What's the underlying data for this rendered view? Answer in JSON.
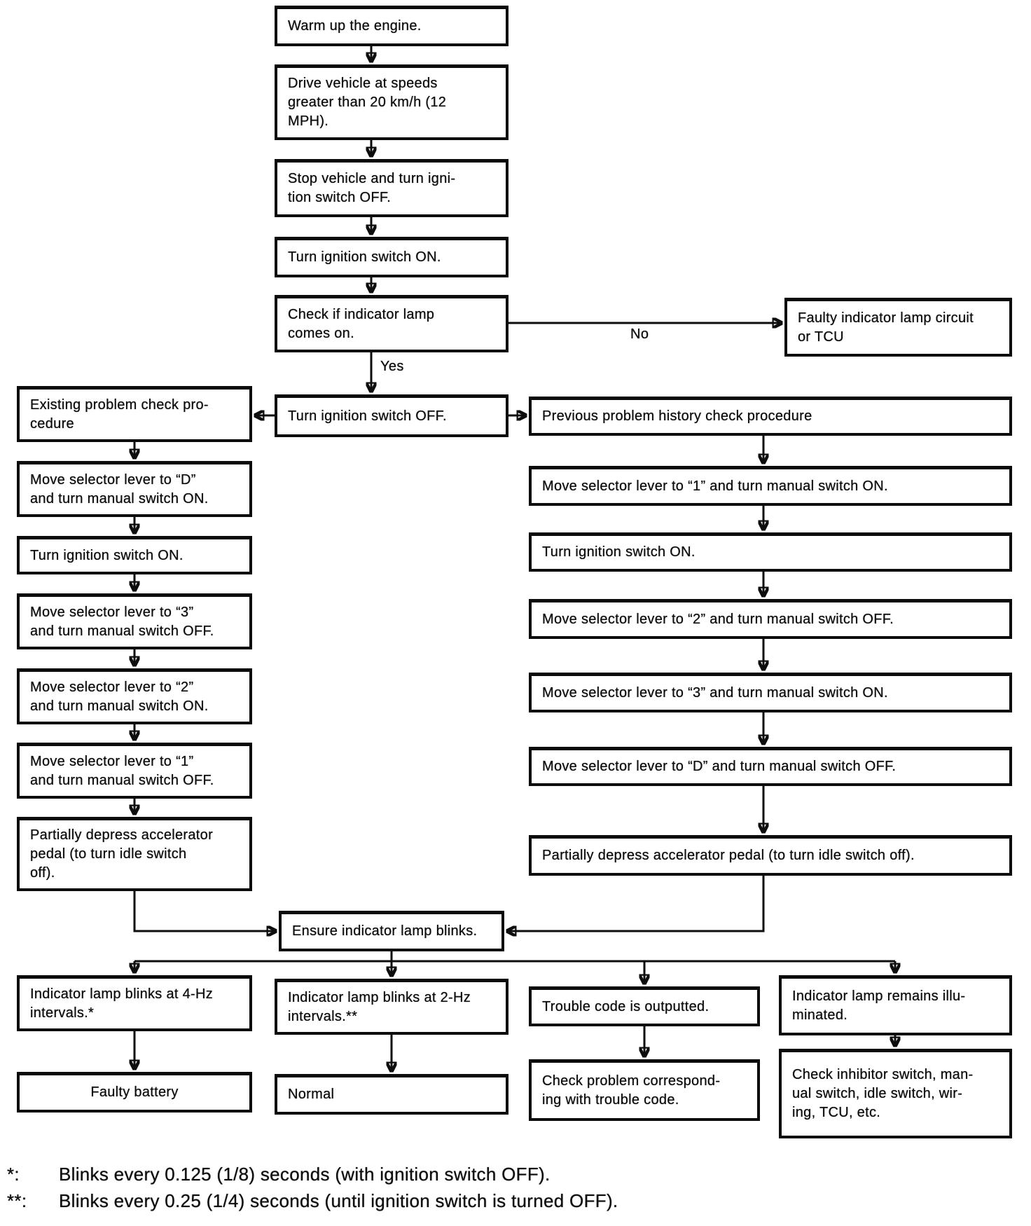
{
  "labels": {
    "yes": "Yes",
    "no": "No"
  },
  "colors": {
    "ink": "#0d0d0d",
    "paper": "#ffffff"
  },
  "nodes": {
    "warm_up": {
      "text": "Warm up the engine."
    },
    "drive_vehicle": {
      "text": "Drive vehicle at speeds\ngreater than 20 km/h (12\nMPH)."
    },
    "stop_vehicle": {
      "text": "Stop vehicle and turn igni-\ntion switch OFF."
    },
    "ignition_on_center": {
      "text": "Turn ignition switch ON."
    },
    "check_lamp": {
      "text": "Check if indicator lamp\ncomes on."
    },
    "faulty_lamp_circuit": {
      "text": "Faulty indicator lamp circuit\nor TCU"
    },
    "ignition_off_center": {
      "text": "Turn ignition switch OFF."
    },
    "existing_problem": {
      "text": "Existing problem check pro-\ncedure"
    },
    "left_lever_d_on": {
      "text": "Move selector lever to “D”\nand turn manual switch ON."
    },
    "left_ignition_on": {
      "text": "Turn ignition switch ON."
    },
    "left_lever_3_off": {
      "text": "Move selector lever to “3”\nand turn manual switch OFF."
    },
    "left_lever_2_on": {
      "text": "Move selector lever to “2”\nand turn manual switch ON."
    },
    "left_lever_1_off": {
      "text": "Move selector lever to “1”\nand turn manual switch OFF."
    },
    "left_depress_pedal": {
      "text": "Partially depress accelerator\npedal (to turn idle switch\noff)."
    },
    "previous_problem": {
      "text": "Previous problem history check procedure"
    },
    "right_lever_1_on": {
      "text": "Move selector lever to “1” and turn manual switch ON."
    },
    "right_ignition_on": {
      "text": "Turn ignition switch ON."
    },
    "right_lever_2_off": {
      "text": "Move selector lever to “2” and turn manual switch OFF."
    },
    "right_lever_3_on": {
      "text": "Move selector lever to “3” and turn manual switch ON."
    },
    "right_lever_d_off": {
      "text": "Move selector lever to “D” and turn manual switch OFF."
    },
    "right_depress_pedal": {
      "text": "Partially depress accelerator pedal (to turn idle switch off)."
    },
    "ensure_blinks": {
      "text": "Ensure indicator lamp blinks."
    },
    "blinks_4hz": {
      "text": "Indicator lamp blinks at 4-Hz\nintervals.*"
    },
    "blinks_2hz": {
      "text": "Indicator lamp blinks at 2-Hz\nintervals.**"
    },
    "trouble_code": {
      "text": "Trouble code is outputted."
    },
    "lamp_illuminated": {
      "text": "Indicator lamp remains illu-\nminated."
    },
    "faulty_battery": {
      "text": "Faulty battery"
    },
    "normal": {
      "text": "Normal"
    },
    "check_problem": {
      "text": "Check problem correspond-\ning with trouble code."
    },
    "check_inhibitor": {
      "text": "Check inhibitor switch, man-\nual switch, idle switch, wir-\ning, TCU, etc."
    }
  },
  "footnotes": [
    {
      "marker": "*:",
      "text": "Blinks every 0.125 (1/8) seconds (with ignition switch OFF)."
    },
    {
      "marker": "**:",
      "text": "Blinks every 0.25 (1/4) seconds (until ignition switch is turned OFF)."
    }
  ]
}
